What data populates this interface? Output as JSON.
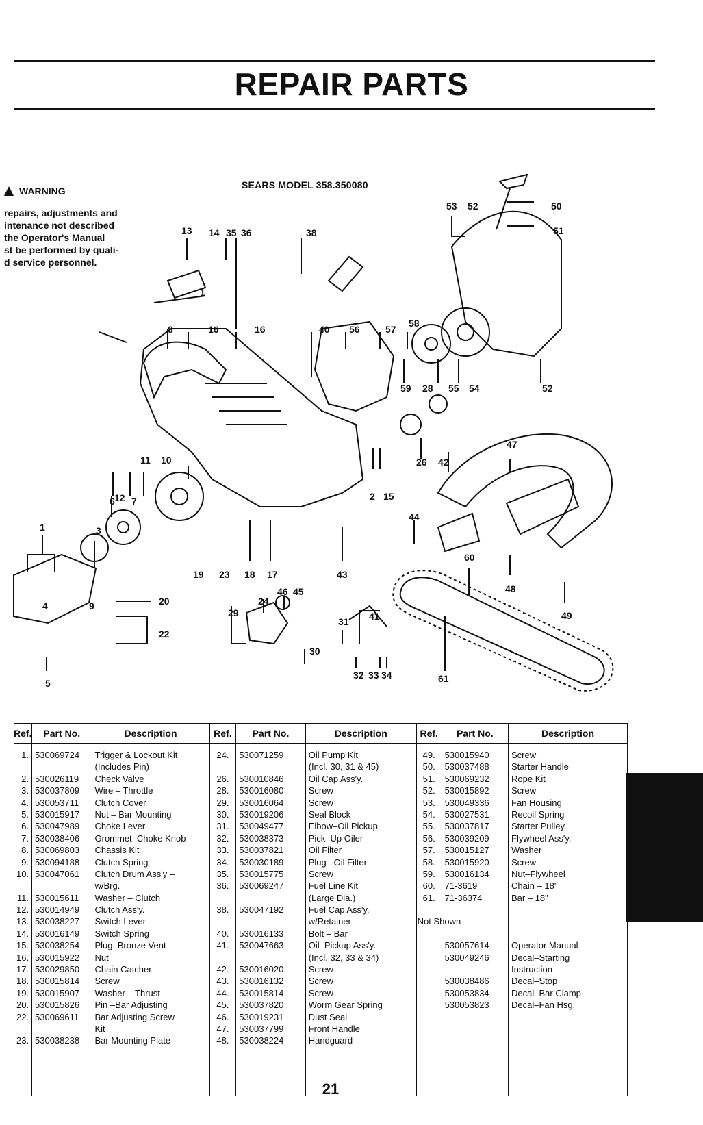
{
  "page": {
    "title": "REPAIR PARTS",
    "model": "SEARS MODEL 358.350080",
    "page_number": "21"
  },
  "warning": {
    "heading": "WARNING",
    "lines": [
      "repairs, adjustments and",
      "intenance not described",
      "the Operator's Manual",
      "st be performed by quali-",
      "d service personnel."
    ]
  },
  "table": {
    "headers": [
      "Ref.",
      "Part No.",
      "Description",
      "Ref.",
      "Part No.",
      "Description",
      "Ref.",
      "Part No.",
      "Description"
    ],
    "col1": {
      "refs": [
        "1.",
        "",
        "2.",
        "3.",
        "4.",
        "5.",
        "6.",
        "7.",
        "8.",
        "9.",
        "10.",
        "",
        "11.",
        "12.",
        "13.",
        "14.",
        "15.",
        "16.",
        "17.",
        "18.",
        "19.",
        "20.",
        "22.",
        "",
        "23."
      ],
      "parts": [
        "530069724",
        "",
        "530026119",
        "530037809",
        "530053711",
        "530015917",
        "530047989",
        "530038406",
        "530069803",
        "530094188",
        "530047061",
        "",
        "530015611",
        "530014949",
        "530038227",
        "530016149",
        "530038254",
        "530015922",
        "530029850",
        "530015814",
        "530015907",
        "530015826",
        "530069611",
        "",
        "530038238"
      ],
      "descs": [
        "Trigger & Lockout Kit",
        "(Includes Pin)",
        "Check Valve",
        "Wire – Throttle",
        "Clutch Cover",
        "Nut – Bar Mounting",
        "Choke Lever",
        "Grommet–Choke Knob",
        "Chassis Kit",
        "Clutch Spring",
        "Clutch Drum Ass'y –",
        "w/Brg.",
        "Washer – Clutch",
        "Clutch Ass'y.",
        "Switch Lever",
        "Switch Spring",
        "Plug–Bronze Vent",
        "Nut",
        "Chain Catcher",
        "Screw",
        "Washer – Thrust",
        "Pin –Bar Adjusting",
        "Bar Adjusting Screw",
        "Kit",
        "Bar Mounting Plate"
      ]
    },
    "col2": {
      "refs": [
        "24.",
        "",
        "26.",
        "28.",
        "29.",
        "30.",
        "31.",
        "32.",
        "33.",
        "34.",
        "35.",
        "36.",
        "",
        "38.",
        "",
        "40.",
        "41.",
        "",
        "42.",
        "43.",
        "44.",
        "45.",
        "46.",
        "47.",
        "48."
      ],
      "parts": [
        "530071259",
        "",
        "530010846",
        "530016080",
        "530016064",
        "530019206",
        "530049477",
        "530038373",
        "530037821",
        "530030189",
        "530015775",
        "530069247",
        "",
        "530047192",
        "",
        "530016133",
        "530047663",
        "",
        "530016020",
        "530016132",
        "530015814",
        "530037820",
        "530019231",
        "530037799",
        "530038224"
      ],
      "descs": [
        "Oil Pump Kit",
        "(Incl. 30, 31 & 45)",
        "Oil Cap Ass'y.",
        "Screw",
        "Screw",
        "Seal Block",
        "Elbow–Oil Pickup",
        "Pick–Up Oiler",
        "Oil Filter",
        "Plug– Oil Filter",
        "Screw",
        "Fuel Line Kit",
        "(Large Dia.)",
        "Fuel Cap Ass'y.",
        "w/Retainer",
        "Bolt – Bar",
        "Oil–Pickup Ass'y.",
        "(Incl. 32, 33 & 34)",
        "Screw",
        "Screw",
        "Screw",
        "Worm Gear Spring",
        "Dust Seal",
        "Front Handle",
        "Handguard"
      ]
    },
    "col3": {
      "refs": [
        "49.",
        "50.",
        "51.",
        "52.",
        "53.",
        "54.",
        "55.",
        "56.",
        "57.",
        "58.",
        "59.",
        "60.",
        "61."
      ],
      "parts": [
        "530015940",
        "530037488",
        "530069232",
        "530015892",
        "530049336",
        "530027531",
        "530037817",
        "530039209",
        "530015127",
        "530015920",
        "530016134",
        "71-3619",
        "71-36374"
      ],
      "descs": [
        "Screw",
        "Starter Handle",
        "Rope Kit",
        "Screw",
        "Fan Housing",
        "Recoil Spring",
        "Starter Pulley",
        "Flywheel Ass'y.",
        "Washer",
        "Screw",
        "Nut–Flywheel",
        "Chain – 18\"",
        "Bar – 18\""
      ],
      "not_shown_label": "Not Shown",
      "ns_parts": [
        "530057614",
        "530049246",
        "",
        "530038486",
        "530053834",
        "530053823"
      ],
      "ns_descs": [
        "Operator Manual",
        "Decal–Starting",
        "Instruction",
        "Decal–Stop",
        "Decal–Bar Clamp",
        "Decal–Fan Hsg."
      ]
    }
  },
  "callouts": [
    "1",
    "3",
    "4",
    "5",
    "6",
    "7",
    "8",
    "9",
    "10",
    "11",
    "12",
    "13",
    "14",
    "35",
    "36",
    "16",
    "16",
    "38",
    "40",
    "56",
    "57",
    "58",
    "59",
    "28",
    "55",
    "54",
    "53",
    "52",
    "50",
    "51",
    "52",
    "26",
    "42",
    "2",
    "15",
    "47",
    "44",
    "43",
    "17",
    "18",
    "23",
    "19",
    "20",
    "22",
    "24",
    "46",
    "45",
    "29",
    "30",
    "31",
    "41",
    "32",
    "33",
    "34",
    "60",
    "48",
    "49",
    "61",
    "1"
  ]
}
